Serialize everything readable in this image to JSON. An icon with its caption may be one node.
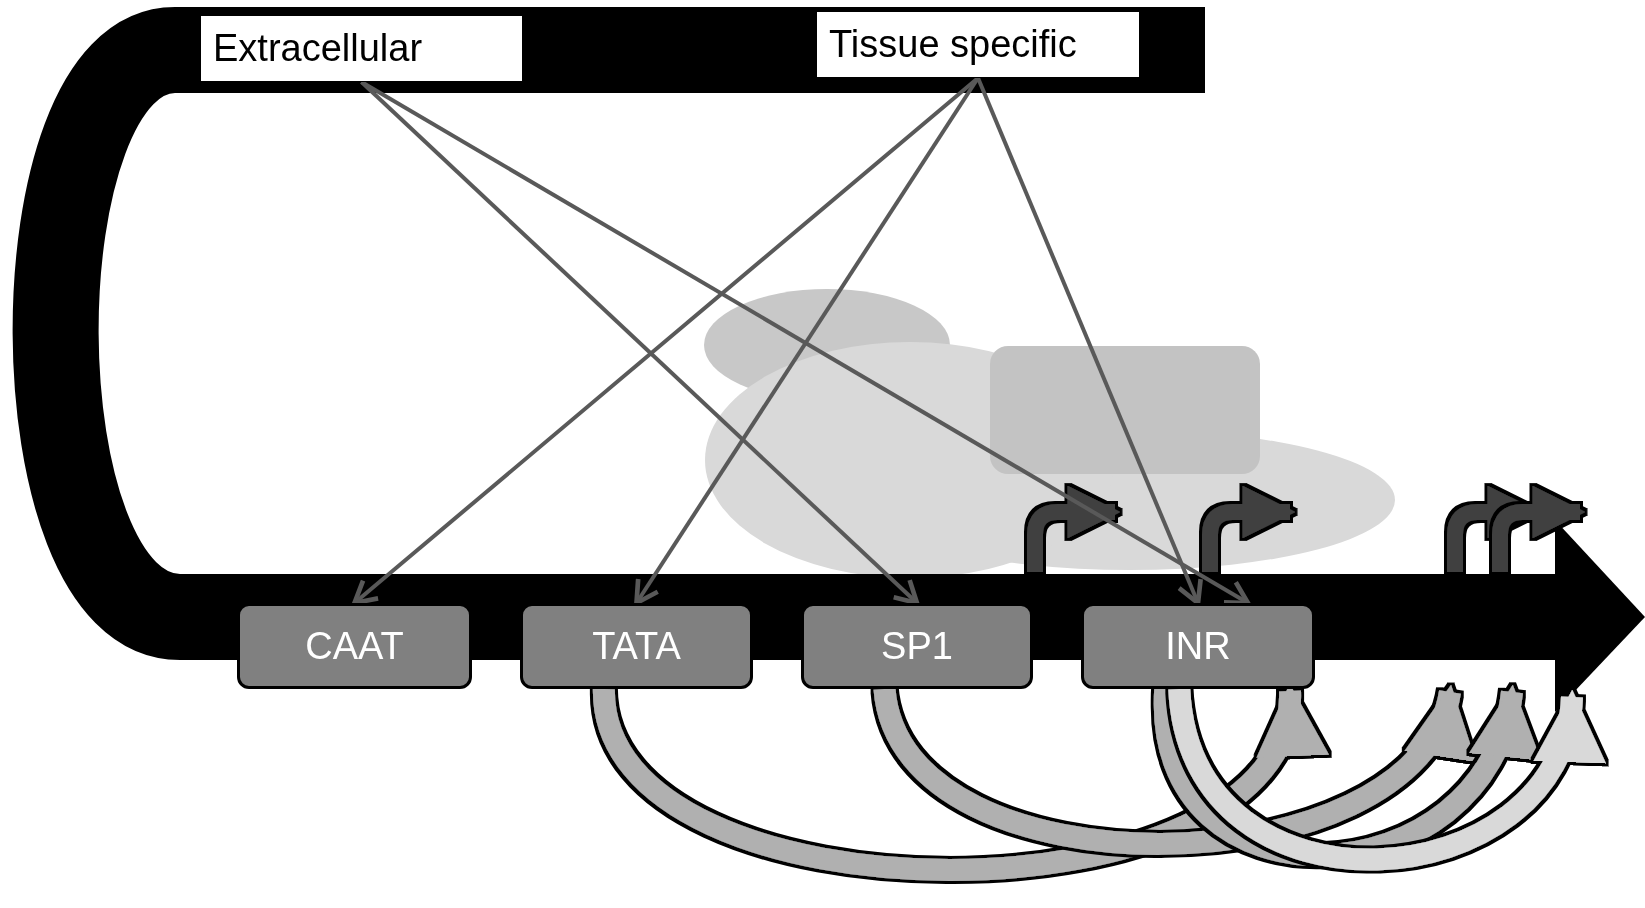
{
  "diagram": {
    "nodes": [
      {
        "text": [
          "Extracellular"
        ]
      },
      {
        "text": [
          "Tissue specific"
        ]
      },
      {
        "text": [
          "CAAT"
        ]
      },
      {
        "text": [
          "TATA"
        ]
      },
      {
        "text": [
          "SP1"
        ]
      },
      {
        "text": [
          "INR"
        ]
      }
    ],
    "edges": [
      {
        "from": 0,
        "to": 4,
        "arrow": "to"
      },
      {
        "from": 0,
        "to": 5,
        "arrow": "to"
      },
      {
        "from": 1,
        "to": 2,
        "arrow": "to"
      },
      {
        "from": 1,
        "to": 3,
        "arrow": "to"
      },
      {
        "from": 1,
        "to": 5,
        "arrow": "to"
      },
      {
        "from": 3,
        "to": 5,
        "arrow": "to",
        "style": "thick",
        "color": "#b0b0b0"
      },
      {
        "from": 4,
        "to": null,
        "arrow": "to",
        "style": "thick",
        "color": "#b0b0b0"
      },
      {
        "from": 5,
        "to": null,
        "arrow": "to",
        "style": "thick",
        "color": "#b0b0b0"
      },
      {
        "from": 5,
        "to": null,
        "arrow": "to",
        "style": "thick",
        "color": "#d9d9d9"
      }
    ]
  }
}
